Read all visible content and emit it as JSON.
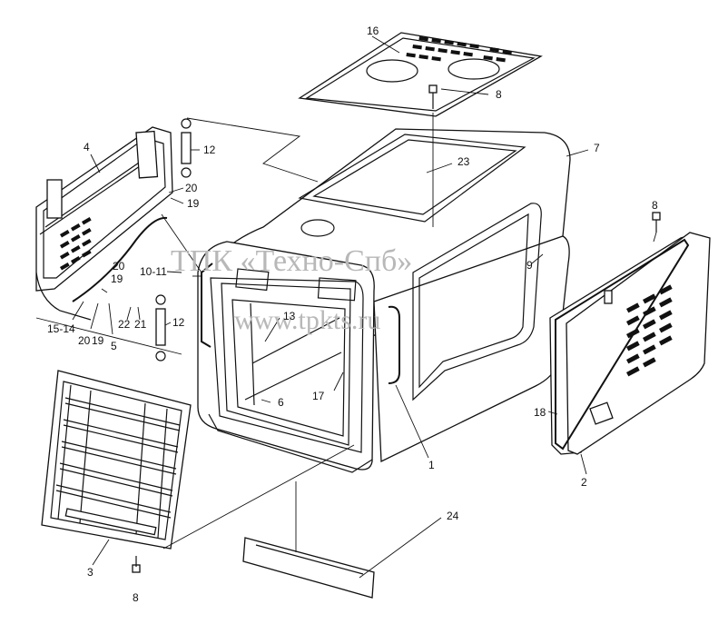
{
  "watermark": {
    "line1": "ТПК «Техно-Спб»",
    "line2": "www.tpkts.ru"
  },
  "callouts": [
    {
      "id": "c16",
      "text": "16"
    },
    {
      "id": "c8a",
      "text": "8"
    },
    {
      "id": "c7",
      "text": "7"
    },
    {
      "id": "c23",
      "text": "23"
    },
    {
      "id": "c12a",
      "text": "12"
    },
    {
      "id": "c4",
      "text": "4"
    },
    {
      "id": "c20a",
      "text": "20"
    },
    {
      "id": "c19a",
      "text": "19"
    },
    {
      "id": "c20b",
      "text": "20"
    },
    {
      "id": "c19b",
      "text": "19"
    },
    {
      "id": "c10-11",
      "text": "10-11"
    },
    {
      "id": "c15-14",
      "text": "15-14"
    },
    {
      "id": "c20c",
      "text": "20"
    },
    {
      "id": "c19c",
      "text": "19"
    },
    {
      "id": "c5",
      "text": "5"
    },
    {
      "id": "c22",
      "text": "22"
    },
    {
      "id": "c21",
      "text": "21"
    },
    {
      "id": "c12b",
      "text": "12"
    },
    {
      "id": "c13",
      "text": "13"
    },
    {
      "id": "c9",
      "text": "9"
    },
    {
      "id": "c8b",
      "text": "8"
    },
    {
      "id": "c17",
      "text": "17"
    },
    {
      "id": "c6",
      "text": "6"
    },
    {
      "id": "c1",
      "text": "1"
    },
    {
      "id": "c18",
      "text": "18"
    },
    {
      "id": "c2",
      "text": "2"
    },
    {
      "id": "c24",
      "text": "24"
    },
    {
      "id": "c3",
      "text": "3"
    },
    {
      "id": "c8c",
      "text": "8"
    }
  ]
}
